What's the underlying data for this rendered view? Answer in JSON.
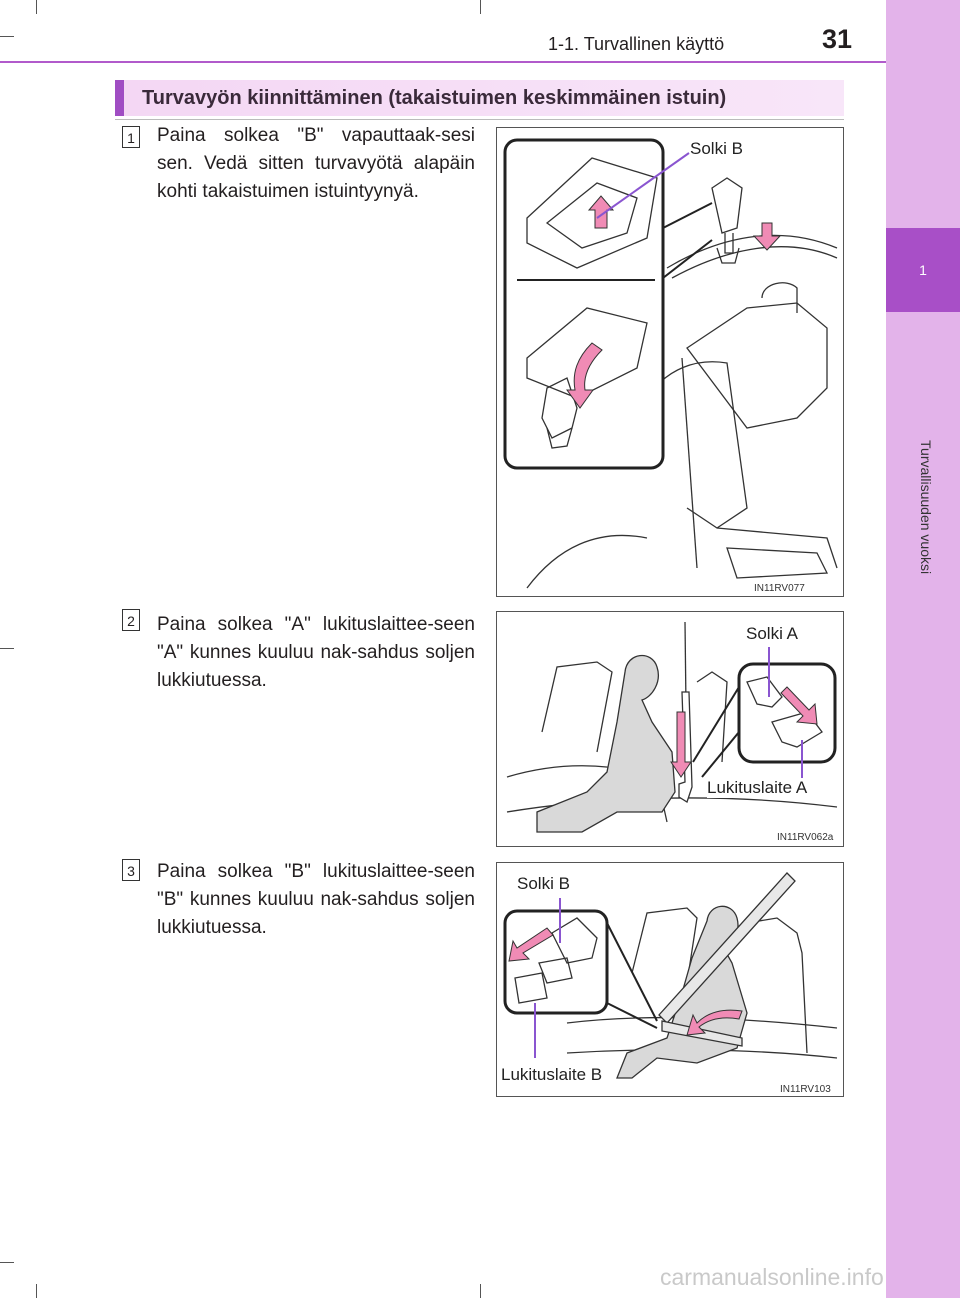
{
  "header": {
    "section": "1-1. Turvallinen käyttö",
    "page_number": "31"
  },
  "sidebar": {
    "chapter": "1",
    "title": "Turvallisuuden vuoksi"
  },
  "section_title": "Turvavyön kiinnittäminen (takaistuimen keskimmäinen istuin)",
  "steps": [
    {
      "number": "1",
      "text": "Paina solkea \"B\" vapauttaak-sesi sen. Vedä sitten turvavyötä alapäin kohti takaistuimen istuintyynyä.",
      "figure": {
        "code": "IN11RV077",
        "labels": [
          "Solki B"
        ]
      }
    },
    {
      "number": "2",
      "text": "Paina solkea \"A\" lukituslaittee-seen \"A\" kunnes kuuluu nak-sahdus soljen lukkiutuessa.",
      "figure": {
        "code": "IN11RV062a",
        "labels": [
          "Solki A",
          "Lukituslaite A"
        ]
      }
    },
    {
      "number": "3",
      "text": "Paina solkea \"B\" lukituslaittee-seen \"B\" kunnes kuuluu nak-sahdus soljen lukkiutuessa.",
      "figure": {
        "code": "IN11RV103",
        "labels": [
          "Solki B",
          "Lukituslaite B"
        ]
      }
    }
  ],
  "watermark": "carmanualsonline.info",
  "colors": {
    "accent": "#a84fc7",
    "sidebar": "#e3b3ea",
    "arrow": "#f08bb5",
    "callout": "#8a55d0"
  }
}
